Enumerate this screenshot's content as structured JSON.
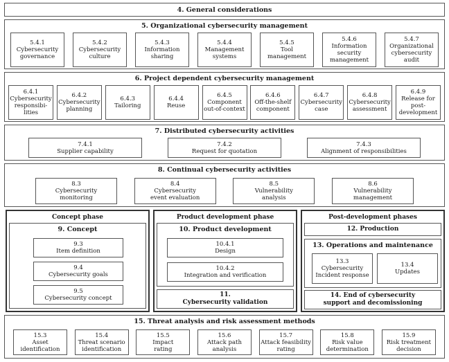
{
  "general": {
    "title": "4. General considerations"
  },
  "org": {
    "title": "5. Organizational cybersecurity management",
    "items": [
      {
        "num": "5.4.1",
        "label": "Cybersecurity\ngovernance"
      },
      {
        "num": "5.4.2",
        "label": "Cybersecurity\nculture"
      },
      {
        "num": "5.4.3",
        "label": "Information\nsharing"
      },
      {
        "num": "5.4.4",
        "label": "Management\nsystems"
      },
      {
        "num": "5.4.5",
        "label": "Tool\nmanagement"
      },
      {
        "num": "5.4.6",
        "label": "Information\nsecurity\nmanagement"
      },
      {
        "num": "5.4.7",
        "label": "Organizational\ncybersecurity\naudit"
      }
    ]
  },
  "project": {
    "title": "6. Project dependent cybersecurity management",
    "items": [
      {
        "num": "6.4.1",
        "label": "Cybersecurity\nresponsibi-\nlities"
      },
      {
        "num": "6.4.2",
        "label": "Cybersecurity\nplanning"
      },
      {
        "num": "6.4.3",
        "label": "Tailoring"
      },
      {
        "num": "6.4.4",
        "label": "Reuse"
      },
      {
        "num": "6.4.5",
        "label": "Component\nout-of-context"
      },
      {
        "num": "6.4.6",
        "label": "Off-the-shelf\ncomponent"
      },
      {
        "num": "6.4.7",
        "label": "Cybersecurity\ncase"
      },
      {
        "num": "6.4.8",
        "label": "Cybersecurity\nassessment"
      },
      {
        "num": "6.4.9",
        "label": "Release for\npost-\ndevelopment"
      }
    ]
  },
  "distributed": {
    "title": "7. Distributed cybersecurity activities",
    "items": [
      {
        "num": "7.4.1",
        "label": "Supplier capability"
      },
      {
        "num": "7.4.2",
        "label": "Request for quotation"
      },
      {
        "num": "7.4.3",
        "label": "Alignment of responsibilities"
      }
    ]
  },
  "continual": {
    "title": "8. Continual cybersecurity activities",
    "items": [
      {
        "num": "8.3",
        "label": "Cybersecurity\nmonitoring"
      },
      {
        "num": "8.4",
        "label": "Cybersecurity\nevent evaluation"
      },
      {
        "num": "8.5",
        "label": "Vulnerability\nanalysis"
      },
      {
        "num": "8.6",
        "label": "Vulnerability\nmanagement"
      }
    ]
  },
  "concept_phase": {
    "title": "Concept phase",
    "clause": "9. Concept",
    "items": [
      {
        "num": "9.3",
        "label": "Item definition"
      },
      {
        "num": "9.4",
        "label": "Cybersecurity goals"
      },
      {
        "num": "9.5",
        "label": "Cybersecurity concept"
      }
    ]
  },
  "product_phase": {
    "title": "Product development phase",
    "clause": "10. Product development",
    "items": [
      {
        "num": "10.4.1",
        "label": "Design"
      },
      {
        "num": "10.4.2",
        "label": "Integration and verification"
      }
    ],
    "validation": "11.\nCybersecurity validation"
  },
  "post_phase": {
    "title": "Post-development phases",
    "production": "12. Production",
    "operations": {
      "title": "13. Operations and maintenance",
      "items": [
        {
          "num": "13.3",
          "label": "Cybersecurity\nIncident response"
        },
        {
          "num": "13.4",
          "label": "Updates"
        }
      ]
    },
    "end": "14. End of cybersecurity\nsupport and decomissioning"
  },
  "tara": {
    "title": "15. Threat analysis and risk assessment methods",
    "items": [
      {
        "num": "15.3",
        "label": "Asset\nidentification"
      },
      {
        "num": "15.4",
        "label": "Threat scenario\nidentification"
      },
      {
        "num": "15.5",
        "label": "Impact\nrating"
      },
      {
        "num": "15.6",
        "label": "Attack path\nanalysis"
      },
      {
        "num": "15.7",
        "label": "Attack feasibility\nrating"
      },
      {
        "num": "15.8",
        "label": "Risk value\ndetermination"
      },
      {
        "num": "15.9",
        "label": "Risk treatment\ndecision"
      }
    ]
  }
}
